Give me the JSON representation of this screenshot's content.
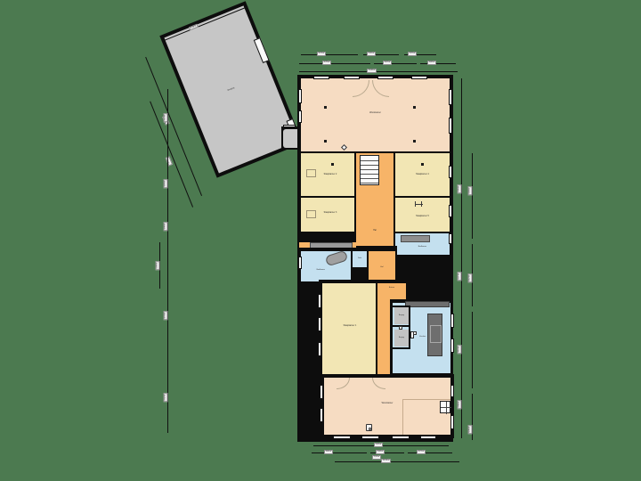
{
  "document": {
    "kind": "floor-plan",
    "language": "nl",
    "background_color": "#4c7a50"
  },
  "palette": {
    "living_peach": "#f6dcc2",
    "bedroom_cream": "#f2e6b4",
    "hall_orange": "#f7b468",
    "wet_blue": "#c4e0ef",
    "garage_grey": "#c6c6c6",
    "counter_grey": "#7e7e7e",
    "wall_black": "#0d0d0d",
    "label_text": "#2b2b2b"
  },
  "rooms": [
    {
      "id": "berging-garage",
      "label": "Berging",
      "fill": "garage_grey"
    },
    {
      "id": "woonkamer-top",
      "label": "Woonkamer",
      "fill": "living_peach"
    },
    {
      "id": "slaapkamer-2",
      "label": "Slaapkamer 2",
      "fill": "bedroom_cream"
    },
    {
      "id": "slaapkamer-3",
      "label": "Slaapkamer 3",
      "fill": "bedroom_cream"
    },
    {
      "id": "slaapkamer-4",
      "label": "Slaapkamer 4",
      "fill": "bedroom_cream"
    },
    {
      "id": "slaapkamer-5",
      "label": "Slaapkamer 5",
      "fill": "bedroom_cream"
    },
    {
      "id": "hal-boven",
      "label": "Hal",
      "fill": "hall_orange"
    },
    {
      "id": "hal-midden",
      "label": "Hal",
      "fill": "hall_orange"
    },
    {
      "id": "badkamer",
      "label": "Badkamer",
      "fill": "wet_blue"
    },
    {
      "id": "badkamer-2",
      "label": "Badkamer",
      "fill": "wet_blue"
    },
    {
      "id": "toilet",
      "label": "Toilet",
      "fill": "wet_blue"
    },
    {
      "id": "entree",
      "label": "Entree",
      "fill": "hall_orange"
    },
    {
      "id": "slaapkamer-1",
      "label": "Slaapkamer 1",
      "fill": "bedroom_cream"
    },
    {
      "id": "keuken",
      "label": "Keuken",
      "fill": "wet_blue"
    },
    {
      "id": "berging-1",
      "label": "Berging",
      "fill": "garage_grey"
    },
    {
      "id": "berging-2",
      "label": "Berging",
      "fill": "garage_grey"
    },
    {
      "id": "woonkamer",
      "label": "Woonkamer",
      "fill": "living_peach"
    }
  ],
  "dimensions": {
    "top_chain_1": [
      "3,74 m",
      "2,45 m",
      "1,22 m"
    ],
    "top_chain_2": [
      "4,78 m",
      "3,02 m",
      "3,68 m"
    ],
    "top_chain_3": [
      "11,48 m"
    ],
    "right_chain_1": [
      "2,96 m",
      "4,27 m",
      "3,15 m",
      "2,68 m",
      "3,42 m"
    ],
    "right_chain_2": [
      "3,48 m",
      "5,12 m",
      "8,06 m"
    ],
    "left_chain": [
      "2,14 m",
      "3,26 m",
      "1,98 m",
      "4,05 m",
      "3,70 m",
      "2,52 m"
    ],
    "bottom_chain_1": [
      "3,86 m",
      "2,08 m",
      "4,21 m"
    ],
    "bottom_chain_2": [
      "1,42 m",
      "10,16 m"
    ],
    "bottom_chain_3": [
      "2,94 m"
    ],
    "garage_chain": [
      "5,18 m",
      "3,62 m",
      "7,84 m"
    ]
  }
}
